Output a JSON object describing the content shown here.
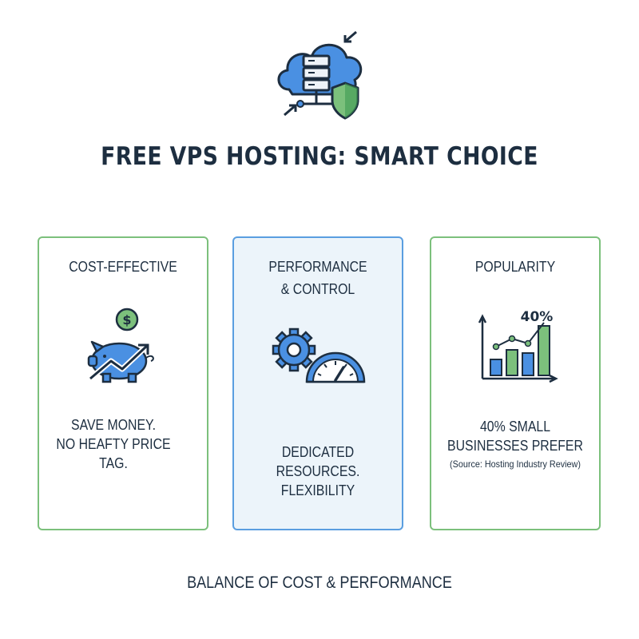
{
  "title": "FREE VPS HOSTING: SMART CHOICE",
  "cards": [
    {
      "title": "COST-EFFECTIVE",
      "text": "SAVE MONEY.\nNO HEAFTY PRICE\nTAG.",
      "icon": "piggy-bank-icon",
      "coin_symbol": "$"
    },
    {
      "title": "PERFORMANCE\n& CONTROL",
      "text": "DEDICATED RESOURCES.\nFLEXIBILITY",
      "icon": "gear-speedometer-icon"
    },
    {
      "title": "POPULARITY",
      "text": "40% SMALL\nBUSINESSES PREFER",
      "source": "(Source: Hosting Industry Review)",
      "icon": "bar-chart-icon",
      "chart_label": "40%"
    }
  ],
  "footer": "BALANCE OF COST & PERFORMANCE",
  "colors": {
    "text": "#1d2e40",
    "green": "#7cc07c",
    "blue": "#3a7fd5",
    "light_blue_bg": "#ecf4fa"
  }
}
